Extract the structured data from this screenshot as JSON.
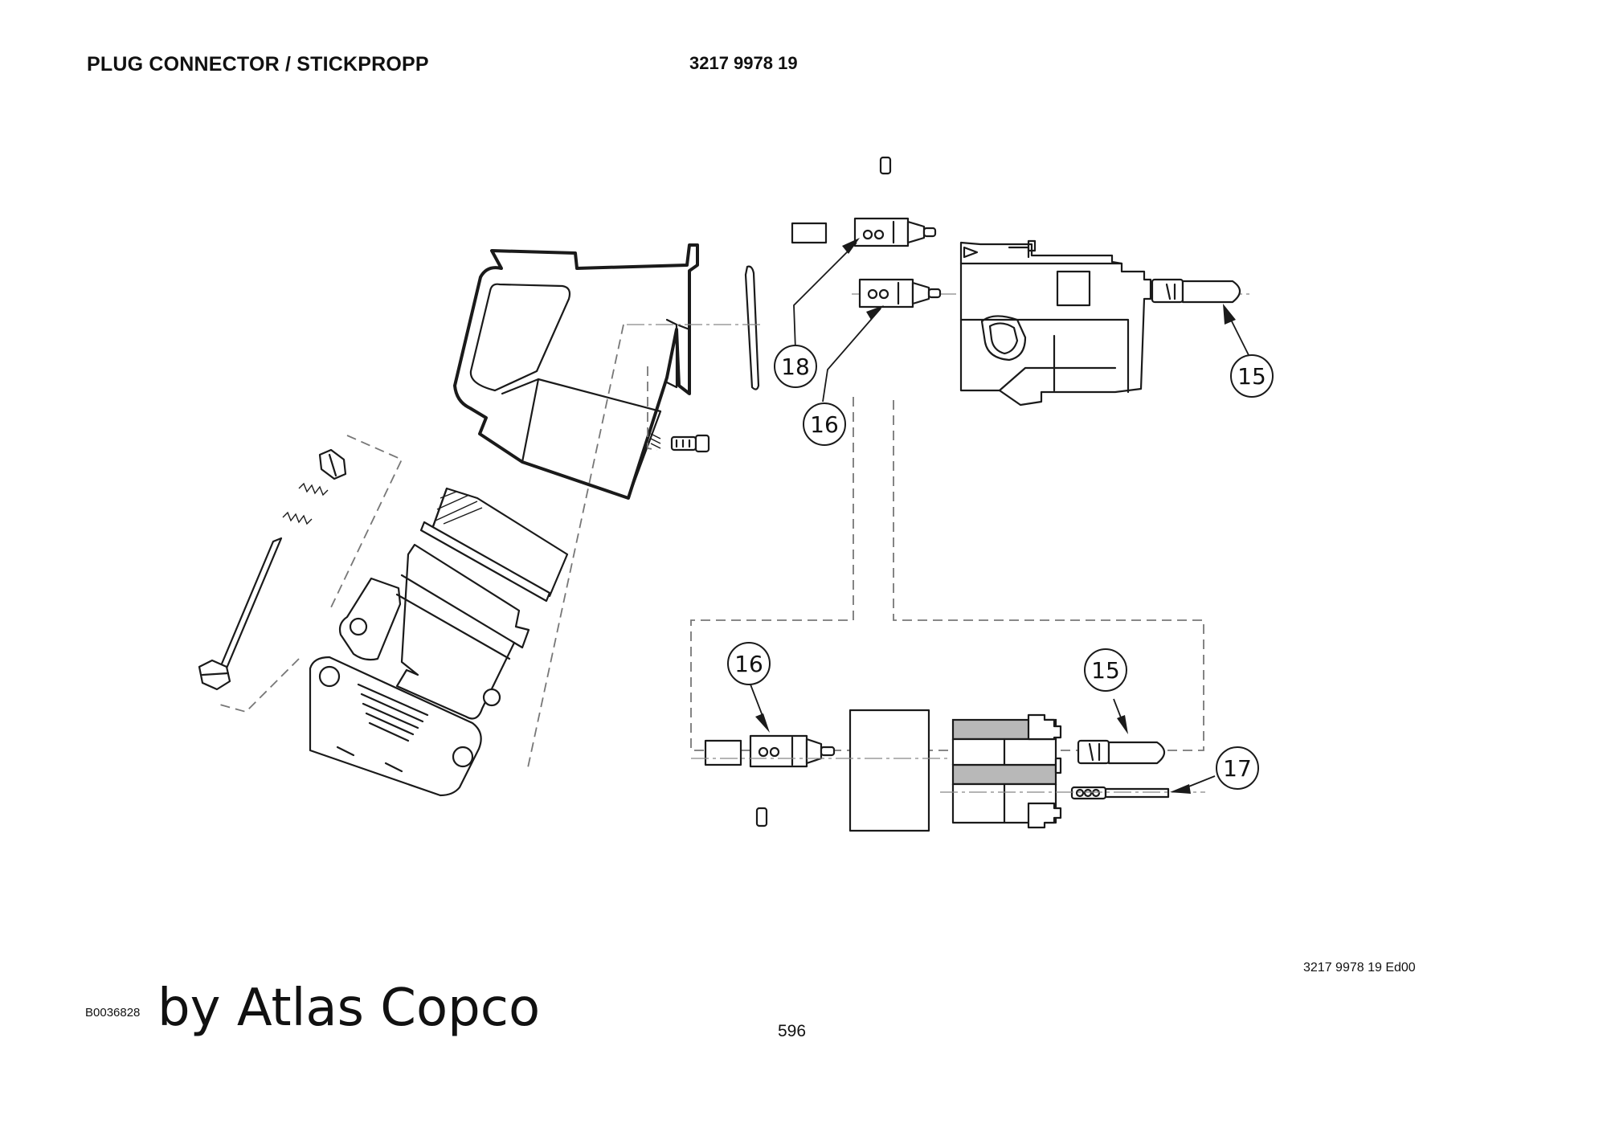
{
  "header": {
    "title": "PLUG CONNECTOR / STICKPROPP",
    "part_number": "3217 9978 19"
  },
  "footer": {
    "edition": "3217 9978 19 Ed00",
    "figure_code": "B0036828",
    "watermark": "by Atlas Copco",
    "page_number": "596"
  },
  "callouts": [
    {
      "id": "c18",
      "label": "18"
    },
    {
      "id": "c16a",
      "label": "16"
    },
    {
      "id": "c15a",
      "label": "15"
    },
    {
      "id": "c16b",
      "label": "16"
    },
    {
      "id": "c15b",
      "label": "15"
    },
    {
      "id": "c17",
      "label": "17"
    }
  ]
}
